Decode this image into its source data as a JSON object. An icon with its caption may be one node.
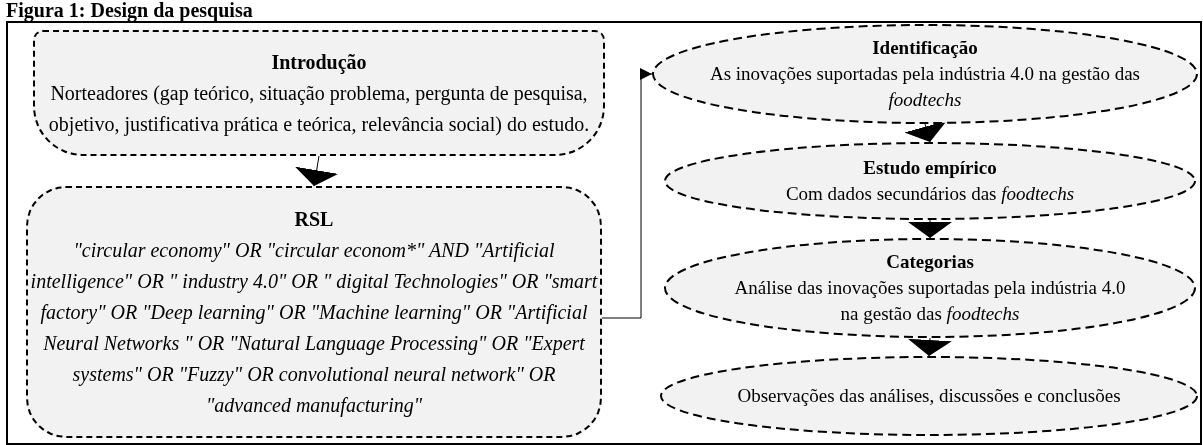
{
  "diagram": {
    "title": "Figura 1: Design da pesquisa",
    "nodes": [
      {
        "text": [
          "Introdução",
          "Norteadores (gap teórico, situação problema, pergunta de pesquisa, objetivo, justificativa prática e teórica, relevância social) do estudo."
        ]
      },
      {
        "text": [
          "RSL",
          "\"circular economy\" OR \"circular econom*\" AND \"Artificial intelligence\" OR \" industry 4.0\" OR \" digital Technologies\" OR \"smart factory\" OR \"Deep learning\" OR \"Machine learning\" OR \"Artificial Neural Networks \" OR \"Natural Language Processing\" OR \"Expert systems\" OR \"Fuzzy\" OR convolutional neural network\" OR \"advanced manufacturing\""
        ]
      },
      {
        "text": [
          "Identificação",
          "As inovações suportadas pela indústria 4.0 na gestão das *foodtechs*"
        ]
      },
      {
        "text": [
          "Estudo empírico",
          "Com dados secundários das *foodtechs*"
        ]
      },
      {
        "text": [
          "Categorias",
          "Análise das inovações suportadas pela indústria 4.0 na gestão das *foodtechs*"
        ]
      },
      {
        "text": [
          "Observações das análises, discussões e conclusões"
        ]
      }
    ],
    "edges": [
      {
        "from": 0,
        "to": 1,
        "arrow": "to"
      },
      {
        "from": 1,
        "to": 2,
        "arrow": "to"
      },
      {
        "from": 2,
        "to": 3,
        "arrow": "to"
      },
      {
        "from": 3,
        "to": 4,
        "arrow": "to"
      },
      {
        "from": 4,
        "to": 5,
        "arrow": "to"
      }
    ]
  }
}
